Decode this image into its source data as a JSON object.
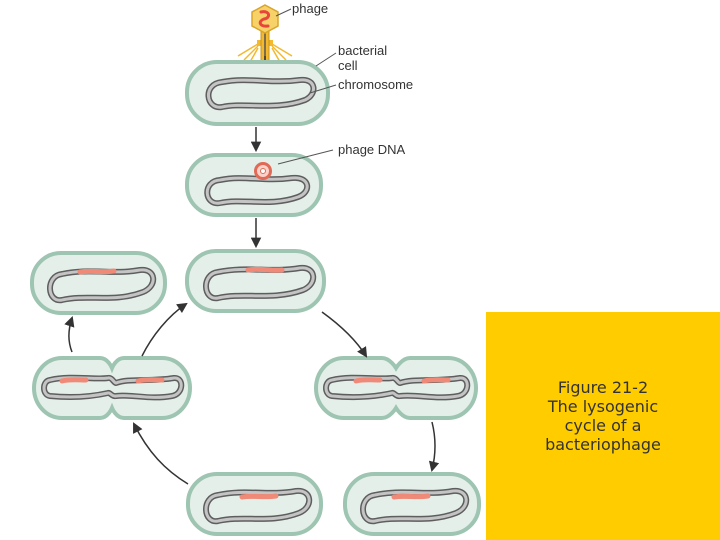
{
  "labels": {
    "phage": "phage",
    "bacterial_cell_line1": "bacterial",
    "bacterial_cell_line2": "cell",
    "chromosome": "chromosome",
    "phage_dna": "phage DNA"
  },
  "caption": {
    "line1": "Figure 21-2",
    "line2": "The lysogenic",
    "line3": "cycle of a",
    "line4": "bacteriophage"
  },
  "colors": {
    "caption_background": "#FFCC00",
    "cell_wall": "#9EC4B2",
    "cytoplasm": "#E3EFE8",
    "chromosome": "#8E8E8E",
    "prophage": "#F08A78",
    "phage_capsid": "#F2B92E",
    "phage_dna": "#E8453C",
    "arrow": "#333333"
  }
}
